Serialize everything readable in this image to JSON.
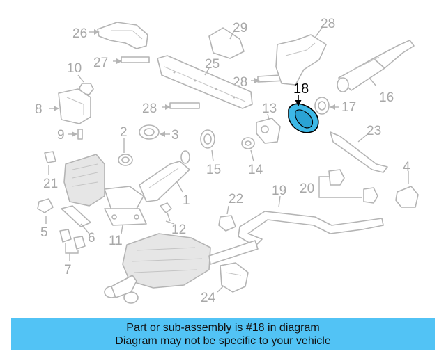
{
  "diagram": {
    "highlighted_part": "18",
    "highlight_color": "#3db8e6",
    "callouts": [
      "26",
      "27",
      "28",
      "29",
      "25",
      "10",
      "8",
      "28",
      "28",
      "18",
      "13",
      "17",
      "16",
      "9",
      "2",
      "3",
      "15",
      "14",
      "23",
      "4",
      "20",
      "21",
      "19",
      "22",
      "5",
      "1",
      "6",
      "11",
      "12",
      "7",
      "24"
    ]
  },
  "banner": {
    "line1": "Part or sub-assembly is #18 in diagram",
    "line2": "Diagram may not be specific to your vehicle",
    "color": "#52c3f5"
  }
}
